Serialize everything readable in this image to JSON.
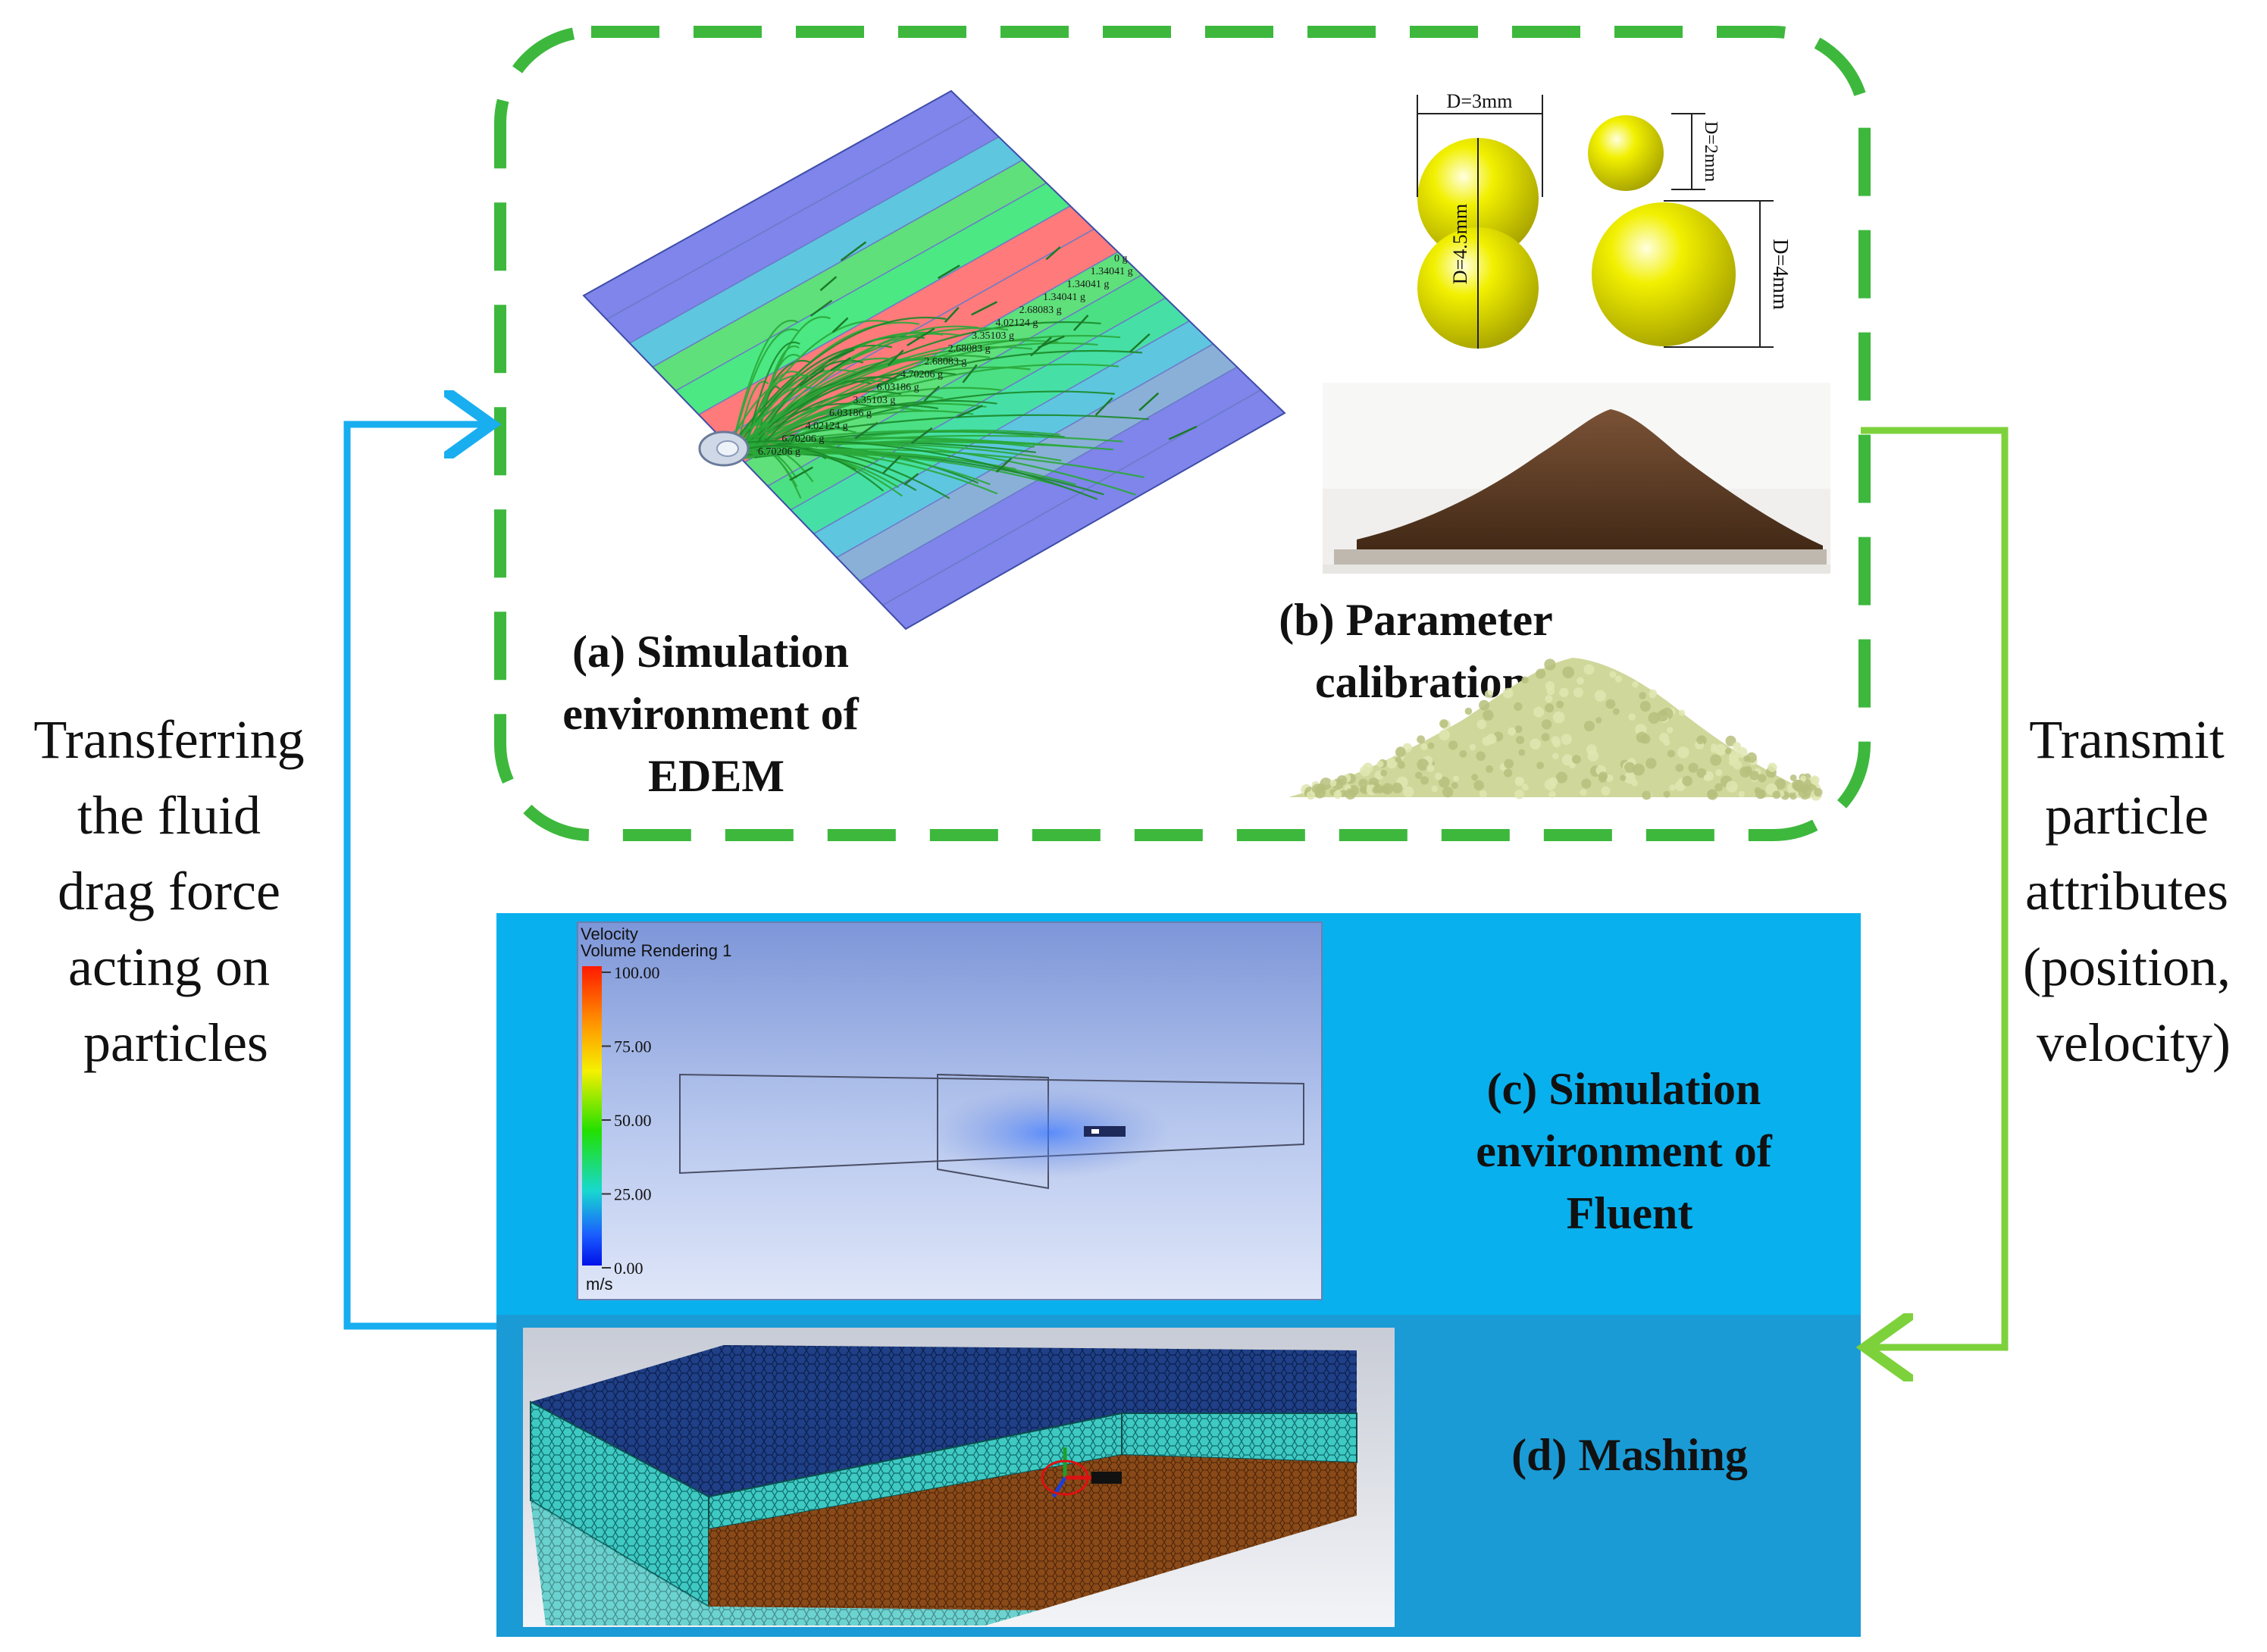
{
  "colors": {
    "green_frame": "#3db83d",
    "blue_arrow": "#18aef0",
    "green_arrow": "#7dd23b",
    "fluent_panel": "#08b0ee",
    "mesh_panel": "#1a9bd6",
    "particle_yellow": "#e8e600",
    "soil_brown": "#5a3a22",
    "sim_pile": "#cfd79a"
  },
  "panels": {
    "a": {
      "label_lines": [
        "(a) Simulation",
        "environment of",
        "EDEM"
      ]
    },
    "b": {
      "label_lines": [
        "(b) Parameter",
        "calibration"
      ]
    },
    "c": {
      "label_lines": [
        "(c) Simulation",
        "environment of",
        "Fluent"
      ]
    },
    "d": {
      "label_lines": [
        "(d) Mashing"
      ]
    }
  },
  "left_arrow": {
    "lines": [
      "Transferring",
      "the fluid",
      "drag force",
      "acting on",
      "particles"
    ]
  },
  "right_arrow": {
    "lines": [
      "Transmit",
      "particle",
      "attributes",
      "(position,",
      "velocity)"
    ]
  },
  "particles": {
    "d3": "D=3mm",
    "d45": "D=4.5mm",
    "d2": "D=2mm",
    "d4": "D=4mm"
  },
  "edem_mass_labels": [
    "0 g",
    "1.34041 g",
    "1.34041 g",
    "1.34041 g",
    "2.68083 g",
    "4.02124 g",
    "3.35103 g",
    "2.68083 g",
    "2.68083 g",
    "4.70206 g",
    "6.03186 g",
    "3.35103 g",
    "6.03186 g",
    "4.02124 g",
    "6.70206 g",
    "6.70206 g"
  ],
  "fluent": {
    "legend_title": "Velocity",
    "legend_subtitle": "Volume Rendering 1",
    "ticks": [
      "100.00",
      "75.00",
      "50.00",
      "25.00",
      "0.00"
    ],
    "unit": "m/s"
  }
}
